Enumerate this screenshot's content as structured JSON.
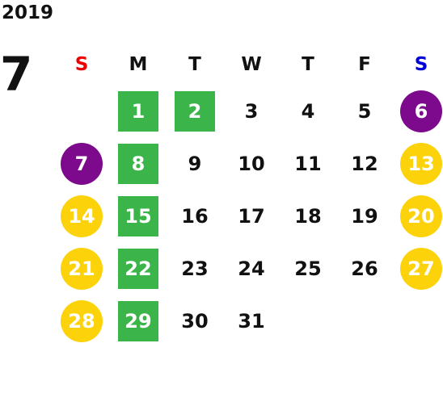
{
  "year": "2019",
  "month": "7",
  "colors": {
    "sunday_label": "#ee0000",
    "saturday_label": "#0000dd",
    "weekday_label": "#111111",
    "green": "#3bb54a",
    "yellow": "#fcd20a",
    "purple": "#7d0a8c"
  },
  "weekdays": [
    "S",
    "M",
    "T",
    "W",
    "T",
    "F",
    "S"
  ],
  "weeks": [
    [
      null,
      {
        "d": "1",
        "m": "green"
      },
      {
        "d": "2",
        "m": "green"
      },
      {
        "d": "3"
      },
      {
        "d": "4"
      },
      {
        "d": "5"
      },
      {
        "d": "6",
        "m": "purple"
      }
    ],
    [
      {
        "d": "7",
        "m": "purple"
      },
      {
        "d": "8",
        "m": "green"
      },
      {
        "d": "9"
      },
      {
        "d": "10"
      },
      {
        "d": "11"
      },
      {
        "d": "12"
      },
      {
        "d": "13",
        "m": "yellow"
      }
    ],
    [
      {
        "d": "14",
        "m": "yellow"
      },
      {
        "d": "15",
        "m": "green"
      },
      {
        "d": "16"
      },
      {
        "d": "17"
      },
      {
        "d": "18"
      },
      {
        "d": "19"
      },
      {
        "d": "20",
        "m": "yellow"
      }
    ],
    [
      {
        "d": "21",
        "m": "yellow"
      },
      {
        "d": "22",
        "m": "green"
      },
      {
        "d": "23"
      },
      {
        "d": "24"
      },
      {
        "d": "25"
      },
      {
        "d": "26"
      },
      {
        "d": "27",
        "m": "yellow"
      }
    ],
    [
      {
        "d": "28",
        "m": "yellow"
      },
      {
        "d": "29",
        "m": "green"
      },
      {
        "d": "30"
      },
      {
        "d": "31"
      },
      null,
      null,
      null
    ]
  ]
}
